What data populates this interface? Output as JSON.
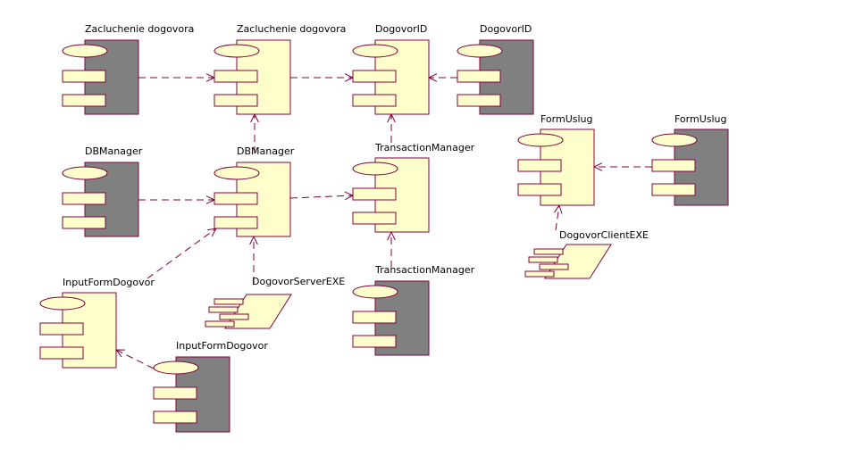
{
  "components": [
    {
      "id": "zd_spec",
      "label": "Zacluchenie dogovora",
      "kind": "spec"
    },
    {
      "id": "zd_body",
      "label": "Zacluchenie dogovora",
      "kind": "body"
    },
    {
      "id": "did_body",
      "label": "DogovorID",
      "kind": "body"
    },
    {
      "id": "did_spec",
      "label": "DogovorID",
      "kind": "spec"
    },
    {
      "id": "dbm_spec",
      "label": "DBManager",
      "kind": "spec"
    },
    {
      "id": "dbm_body",
      "label": "DBManager",
      "kind": "body"
    },
    {
      "id": "tm_body",
      "label": "TransactionManager",
      "kind": "body"
    },
    {
      "id": "tm_spec",
      "label": "TransactionManager",
      "kind": "spec"
    },
    {
      "id": "fu_body",
      "label": "FormUslug",
      "kind": "body"
    },
    {
      "id": "fu_spec",
      "label": "FormUslug",
      "kind": "spec"
    },
    {
      "id": "ifd_body",
      "label": "InputFormDogovor",
      "kind": "body"
    },
    {
      "id": "ifd_spec",
      "label": "InputFormDogovor",
      "kind": "spec"
    }
  ],
  "executables": [
    {
      "id": "server_exe",
      "label": "DogovorServerEXE"
    },
    {
      "id": "client_exe",
      "label": "DogovorClientEXE"
    }
  ],
  "dependencies": [
    {
      "from": "zd_spec",
      "to": "zd_body"
    },
    {
      "from": "zd_body",
      "to": "did_body"
    },
    {
      "from": "did_spec",
      "to": "did_body"
    },
    {
      "from": "dbm_spec",
      "to": "dbm_body"
    },
    {
      "from": "dbm_body",
      "to": "zd_body"
    },
    {
      "from": "dbm_body",
      "to": "tm_body"
    },
    {
      "from": "tm_body",
      "to": "did_body"
    },
    {
      "from": "tm_spec",
      "to": "tm_body"
    },
    {
      "from": "fu_spec",
      "to": "fu_body"
    },
    {
      "from": "client_exe",
      "to": "fu_body"
    },
    {
      "from": "server_exe",
      "to": "dbm_body"
    },
    {
      "from": "ifd_body",
      "to": "dbm_body"
    },
    {
      "from": "ifd_spec",
      "to": "ifd_body"
    }
  ],
  "colors": {
    "fill": "#ffffcc",
    "spec_fill": "#808080",
    "line": "#800040"
  }
}
